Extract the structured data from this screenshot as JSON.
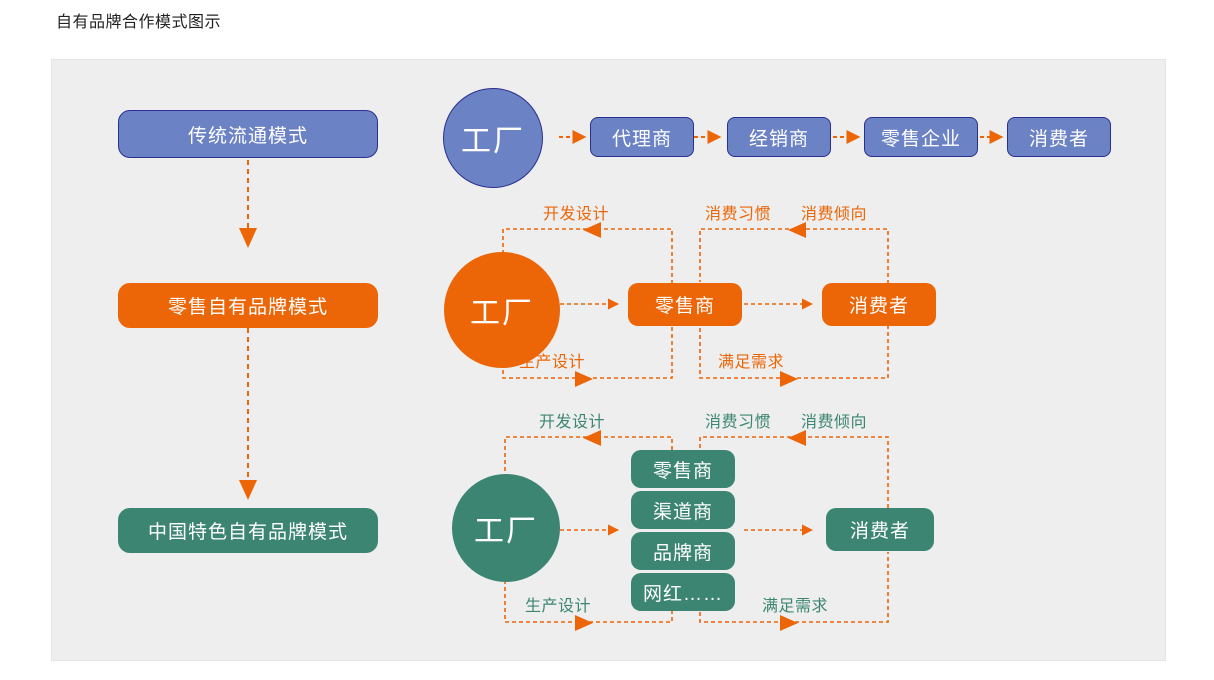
{
  "title": "自有品牌合作模式图示",
  "colors": {
    "panel_bg": "#edeeed",
    "blue": "#6b82c4",
    "blue_border": "#2b2f8f",
    "orange": "#ec6608",
    "green": "#3d8573",
    "arrow": "#ec6608",
    "label_orange": "#ec6608",
    "label_green": "#3d8573"
  },
  "rows": {
    "traditional": {
      "mode_label": "传统流通模式",
      "factory": "工厂",
      "chain": [
        "代理商",
        "经销商",
        "零售企业",
        "消费者"
      ]
    },
    "retail_private": {
      "mode_label": "零售自有品牌模式",
      "factory": "工厂",
      "middle": "零售商",
      "end": "消费者",
      "loop_labels": {
        "top_left": "开发设计",
        "bottom_left": "生产设计",
        "top_right_a": "消费习惯",
        "top_right_b": "消费倾向",
        "bottom_right": "满足需求"
      }
    },
    "china_private": {
      "mode_label": "中国特色自有品牌模式",
      "factory": "工厂",
      "middle": [
        "零售商",
        "渠道商",
        "品牌商",
        "网红……"
      ],
      "end": "消费者",
      "loop_labels": {
        "top_left": "开发设计",
        "bottom_left": "生产设计",
        "top_right_a": "消费习惯",
        "top_right_b": "消费倾向",
        "bottom_right": "满足需求"
      }
    }
  }
}
